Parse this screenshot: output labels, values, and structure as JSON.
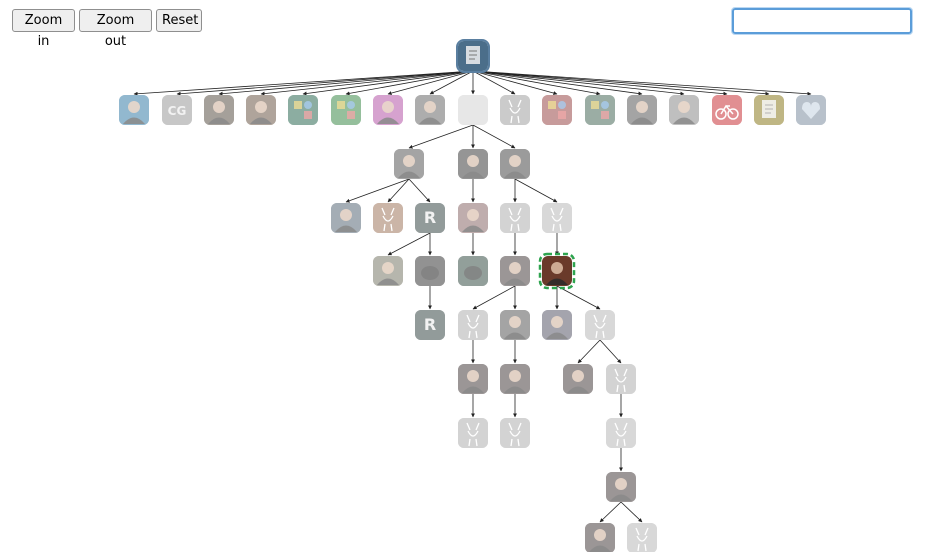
{
  "toolbar": {
    "zoom_in_label": "Zoom in",
    "zoom_out_label": "Zoom out",
    "reset_label": "Reset"
  },
  "search": {
    "value": "",
    "placeholder": ""
  },
  "colors": {
    "edge": "#222222",
    "selected_outline": "#2ea44f",
    "root_border": "#5a7fa0",
    "faded_overlay": "#ffffff"
  },
  "tree": {
    "root": "root",
    "selected": "n-sel",
    "nodes": [
      {
        "id": "root",
        "parent": null,
        "bg": "#4b6e8a",
        "icon": "document-avatar-icon",
        "faded": false
      },
      {
        "id": "a1",
        "parent": "root",
        "bg": "#3a7fa8",
        "icon": "person-avatar-icon",
        "faded": true
      },
      {
        "id": "a2",
        "parent": "root",
        "bg": "#9a9a9a",
        "icon": "cg-logo-icon",
        "label": "CG",
        "faded": true
      },
      {
        "id": "a3",
        "parent": "root",
        "bg": "#5c5248",
        "icon": "photo-avatar-icon",
        "faded": true
      },
      {
        "id": "a4",
        "parent": "root",
        "bg": "#6d5a4a",
        "icon": "person-avatar-icon",
        "faded": true
      },
      {
        "id": "a5",
        "parent": "root",
        "bg": "#2f6b55",
        "icon": "badge-avatar-icon",
        "faded": true
      },
      {
        "id": "a6",
        "parent": "root",
        "bg": "#3e8a4c",
        "icon": "pattern-avatar-icon",
        "faded": true
      },
      {
        "id": "a7",
        "parent": "root",
        "bg": "#b457a8",
        "icon": "person-avatar-icon",
        "faded": true
      },
      {
        "id": "a8",
        "parent": "root",
        "bg": "#6b6b6b",
        "icon": "person-avatar-icon",
        "faded": true
      },
      {
        "id": "a9",
        "parent": "root",
        "bg": "#d4d4d4",
        "icon": "blank-avatar-icon",
        "faded": true
      },
      {
        "id": "a10",
        "parent": "root",
        "bg": "#a0a0a0",
        "icon": "sketch-avatar-icon",
        "faded": true
      },
      {
        "id": "a11",
        "parent": "root",
        "bg": "#9a4a4a",
        "icon": "pattern-avatar-icon",
        "faded": true
      },
      {
        "id": "a12",
        "parent": "root",
        "bg": "#4a6a5a",
        "icon": "pattern-avatar-icon",
        "faded": true
      },
      {
        "id": "a13",
        "parent": "root",
        "bg": "#5a5a5a",
        "icon": "photo-avatar-icon",
        "faded": true
      },
      {
        "id": "a14",
        "parent": "root",
        "bg": "#8a8a8a",
        "icon": "person-avatar-icon",
        "faded": true
      },
      {
        "id": "a15",
        "parent": "root",
        "bg": "#c8343a",
        "icon": "bicycle-avatar-icon",
        "faded": true
      },
      {
        "id": "a16",
        "parent": "root",
        "bg": "#8a7a20",
        "icon": "document-avatar-icon",
        "faded": true
      },
      {
        "id": "a17",
        "parent": "root",
        "bg": "#7f8fa0",
        "icon": "heart-avatar-icon",
        "faded": true
      },
      {
        "id": "b1",
        "parent": "a9",
        "bg": "#5a5a5a",
        "icon": "person-avatar-icon",
        "faded": true
      },
      {
        "id": "b2",
        "parent": "a9",
        "bg": "#3f3f3f",
        "icon": "person-avatar-icon",
        "faded": true
      },
      {
        "id": "b3",
        "parent": "a9",
        "bg": "#4a4a4a",
        "icon": "person-avatar-icon",
        "faded": true
      },
      {
        "id": "c1",
        "parent": "b1",
        "bg": "#5a6a78",
        "icon": "person-avatar-icon",
        "faded": true
      },
      {
        "id": "c2",
        "parent": "b1",
        "bg": "#a07860",
        "icon": "sketch-avatar-icon",
        "faded": true
      },
      {
        "id": "c3",
        "parent": "b1",
        "bg": "#3a4a48",
        "icon": "letter-avatar-icon",
        "label": "R",
        "faded": true
      },
      {
        "id": "c4",
        "parent": "b2",
        "bg": "#8a6a6a",
        "icon": "person-avatar-icon",
        "faded": true
      },
      {
        "id": "c5",
        "parent": "b3",
        "bg": "#b0b0b0",
        "icon": "sketch-avatar-icon",
        "faded": true
      },
      {
        "id": "c6",
        "parent": "b3",
        "bg": "#b8b8b8",
        "icon": "sketch-avatar-icon",
        "faded": true
      },
      {
        "id": "d1",
        "parent": "c3",
        "bg": "#7a7a6a",
        "icon": "person-avatar-icon",
        "faded": true
      },
      {
        "id": "d2",
        "parent": "c3",
        "bg": "#3a3a3a",
        "icon": "dark-avatar-icon",
        "faded": true
      },
      {
        "id": "d3",
        "parent": "c4",
        "bg": "#3a5048",
        "icon": "dark-avatar-icon",
        "faded": true
      },
      {
        "id": "d4",
        "parent": "c5",
        "bg": "#4a4040",
        "icon": "person-avatar-icon",
        "faded": true
      },
      {
        "id": "n-sel",
        "parent": "c6",
        "bg": "#6a3a2a",
        "icon": "person-avatar-icon",
        "faded": false
      },
      {
        "id": "e1",
        "parent": "d2",
        "bg": "#3a4a48",
        "icon": "letter-avatar-icon",
        "label": "R",
        "faded": true
      },
      {
        "id": "e2",
        "parent": "d4",
        "bg": "#b0b0b0",
        "icon": "sketch-avatar-icon",
        "faded": true
      },
      {
        "id": "e3",
        "parent": "d4",
        "bg": "#5a5a5a",
        "icon": "person-avatar-icon",
        "faded": true
      },
      {
        "id": "e4",
        "parent": "n-sel",
        "bg": "#5a5a6a",
        "icon": "person-avatar-icon",
        "faded": true
      },
      {
        "id": "e5",
        "parent": "n-sel",
        "bg": "#b8b8b8",
        "icon": "sketch-avatar-icon",
        "faded": true
      },
      {
        "id": "f1",
        "parent": "e2",
        "bg": "#4a4040",
        "icon": "person-avatar-icon",
        "faded": true
      },
      {
        "id": "f2",
        "parent": "e3",
        "bg": "#4a4040",
        "icon": "person-avatar-icon",
        "faded": true
      },
      {
        "id": "f3",
        "parent": "e5",
        "bg": "#4a4040",
        "icon": "person-avatar-icon",
        "faded": true
      },
      {
        "id": "f4",
        "parent": "e5",
        "bg": "#b0b0b0",
        "icon": "sketch-avatar-icon",
        "faded": true
      },
      {
        "id": "g1",
        "parent": "f1",
        "bg": "#b0b0b0",
        "icon": "sketch-avatar-icon",
        "faded": true
      },
      {
        "id": "g2",
        "parent": "f2",
        "bg": "#b0b0b0",
        "icon": "sketch-avatar-icon",
        "faded": true
      },
      {
        "id": "g3",
        "parent": "f4",
        "bg": "#b8b8b8",
        "icon": "sketch-avatar-icon",
        "faded": true
      },
      {
        "id": "h1",
        "parent": "g3",
        "bg": "#4a4040",
        "icon": "person-avatar-icon",
        "faded": true
      },
      {
        "id": "i1",
        "parent": "h1",
        "bg": "#4a4040",
        "icon": "person-avatar-icon",
        "faded": true
      },
      {
        "id": "i2",
        "parent": "h1",
        "bg": "#b8b8b8",
        "icon": "sketch-avatar-icon",
        "faded": true
      }
    ]
  }
}
